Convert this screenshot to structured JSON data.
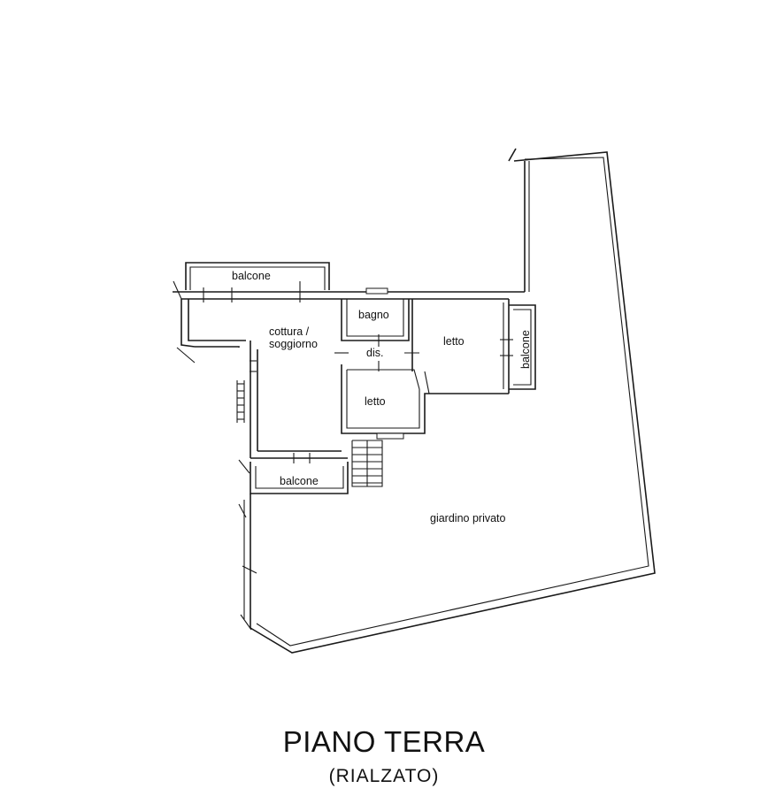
{
  "rooms": {
    "balcone_top": "balcone",
    "cottura": "cottura /",
    "soggiorno": "soggiorno",
    "bagno": "bagno",
    "letto_right": "letto",
    "dis": "dis.",
    "letto_center": "letto",
    "balcone_right": "balcone",
    "balcone_bottom": "balcone",
    "giardino": "giardino privato"
  },
  "title": {
    "main": "PIANO TERRA",
    "sub": "(RIALZATO)"
  }
}
